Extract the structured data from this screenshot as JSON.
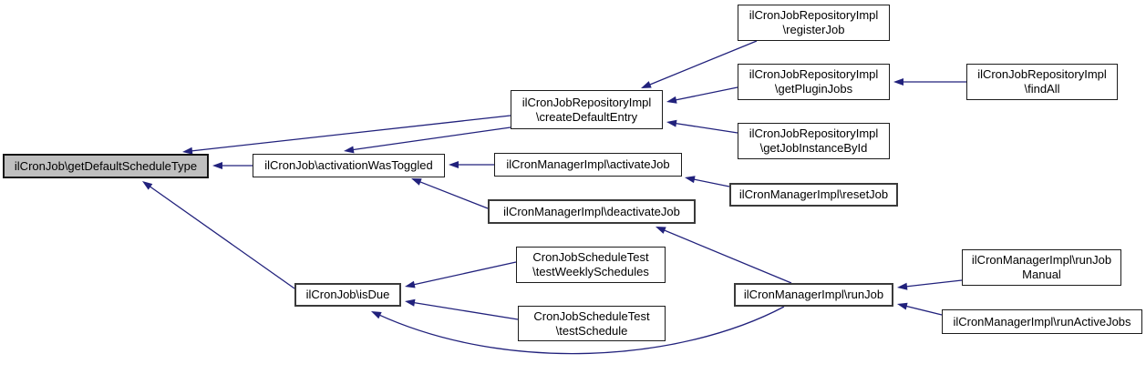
{
  "diagram": {
    "type": "caller-graph",
    "focus_function": "ilCronJob\\getDefaultScheduleType",
    "colors": {
      "edge": "#21217c",
      "node_fill": "#ffffff",
      "node_border": "#1c1c1c",
      "focus_fill": "#bfbfbf",
      "text": "#000000",
      "background": "#ffffff"
    },
    "nodes": [
      {
        "id": "main",
        "lines": [
          "ilCronJob\\getDefaultScheduleType"
        ],
        "style": "focus"
      },
      {
        "id": "activationWasToggled",
        "lines": [
          "ilCronJob\\activationWasToggled"
        ],
        "style": "normal"
      },
      {
        "id": "activateJob",
        "lines": [
          "ilCronManagerImpl\\activateJob"
        ],
        "style": "normal"
      },
      {
        "id": "deactivateJob",
        "lines": [
          "ilCronManagerImpl\\deactivateJob"
        ],
        "style": "bold"
      },
      {
        "id": "resetJob",
        "lines": [
          "ilCronManagerImpl\\resetJob"
        ],
        "style": "bold"
      },
      {
        "id": "createDefaultEntry",
        "lines": [
          "ilCronJobRepositoryImpl",
          "\\createDefaultEntry"
        ],
        "style": "normal"
      },
      {
        "id": "registerJob",
        "lines": [
          "ilCronJobRepositoryImpl",
          "\\registerJob"
        ],
        "style": "normal"
      },
      {
        "id": "getPluginJobs",
        "lines": [
          "ilCronJobRepositoryImpl",
          "\\getPluginJobs"
        ],
        "style": "normal"
      },
      {
        "id": "findAll",
        "lines": [
          "ilCronJobRepositoryImpl",
          "\\findAll"
        ],
        "style": "normal"
      },
      {
        "id": "getJobInstanceById",
        "lines": [
          "ilCronJobRepositoryImpl",
          "\\getJobInstanceById"
        ],
        "style": "normal"
      },
      {
        "id": "isDue",
        "lines": [
          "ilCronJob\\isDue"
        ],
        "style": "bold"
      },
      {
        "id": "testWeeklySchedules",
        "lines": [
          "CronJobScheduleTest",
          "\\testWeeklySchedules"
        ],
        "style": "normal"
      },
      {
        "id": "testSchedule",
        "lines": [
          "CronJobScheduleTest",
          "\\testSchedule"
        ],
        "style": "normal"
      },
      {
        "id": "runJob",
        "lines": [
          "ilCronManagerImpl\\runJob"
        ],
        "style": "bold"
      },
      {
        "id": "runJobManual",
        "lines": [
          "ilCronManagerImpl\\runJob",
          "Manual"
        ],
        "style": "normal"
      },
      {
        "id": "runActiveJobs",
        "lines": [
          "ilCronManagerImpl\\runActiveJobs"
        ],
        "style": "normal"
      }
    ],
    "edges": [
      {
        "from": "activationWasToggled",
        "to": "main"
      },
      {
        "from": "createDefaultEntry",
        "to": "main"
      },
      {
        "from": "isDue",
        "to": "main"
      },
      {
        "from": "activateJob",
        "to": "activationWasToggled"
      },
      {
        "from": "deactivateJob",
        "to": "activationWasToggled"
      },
      {
        "from": "createDefaultEntry",
        "to": "activationWasToggled"
      },
      {
        "from": "registerJob",
        "to": "createDefaultEntry"
      },
      {
        "from": "getPluginJobs",
        "to": "createDefaultEntry"
      },
      {
        "from": "getJobInstanceById",
        "to": "createDefaultEntry"
      },
      {
        "from": "findAll",
        "to": "getPluginJobs"
      },
      {
        "from": "resetJob",
        "to": "activateJob"
      },
      {
        "from": "runJob",
        "to": "deactivateJob"
      },
      {
        "from": "testWeeklySchedules",
        "to": "isDue"
      },
      {
        "from": "testSchedule",
        "to": "isDue"
      },
      {
        "from": "runJob",
        "to": "isDue"
      },
      {
        "from": "runJobManual",
        "to": "runJob"
      },
      {
        "from": "runActiveJobs",
        "to": "runJob"
      }
    ]
  }
}
